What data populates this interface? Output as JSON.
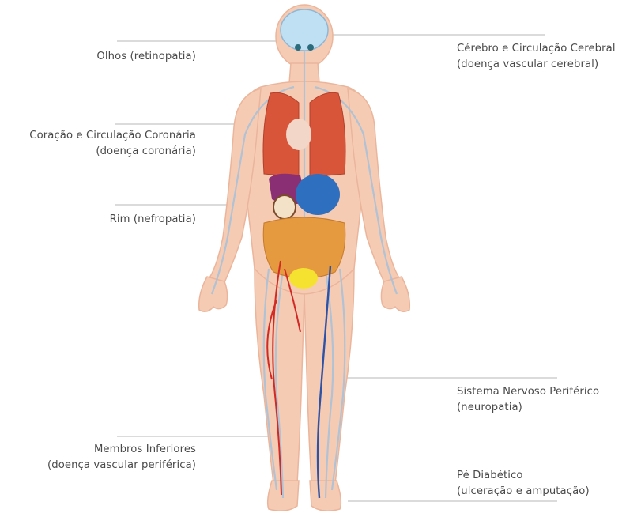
{
  "colors": {
    "skin": "#f6cbb4",
    "skin_edge": "#eab59b",
    "nerve": "#a9c2d8",
    "lungs": "#d9553a",
    "intestine": "#e59a3f",
    "artery": "#d12a25",
    "vein": "#2d52a6",
    "brain": "#bfe0f2",
    "liver": "#8a2f73",
    "stomach": "#2f6fbf",
    "bladder": "#f5e230",
    "leader_line": "#cfcfcf",
    "text": "#4a4a4a"
  },
  "labels": {
    "eyes": {
      "line1": "Olhos (retinopatia)"
    },
    "heart": {
      "line1": "Coração e Circulação Coronária",
      "line2": "(doença coronária)"
    },
    "kidney": {
      "line1": "Rim (nefropatia)"
    },
    "legs": {
      "line1": "Membros Inferiores",
      "line2": "(doença vascular periférica)"
    },
    "brain": {
      "line1": "Cérebro e Circulação Cerebral",
      "line2": "(doença vascular cerebral)"
    },
    "nerves": {
      "line1": "Sistema Nervoso Periférico",
      "line2": "(neuropatia)"
    },
    "foot": {
      "line1": "Pé Diabético",
      "line2": "(ulceração e amputação)"
    }
  }
}
